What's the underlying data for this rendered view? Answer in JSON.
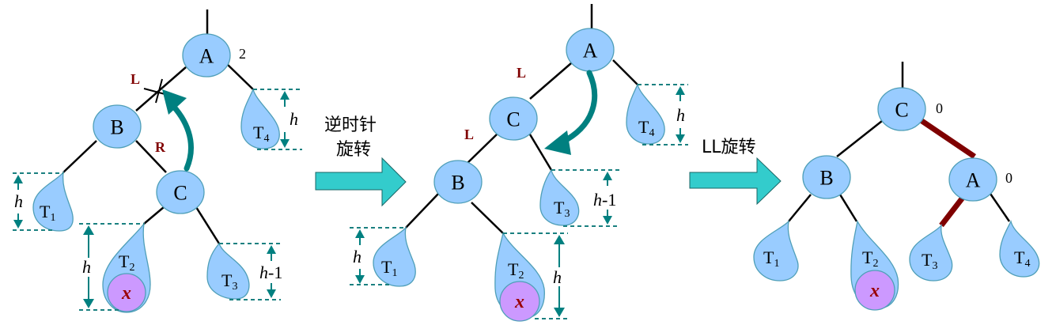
{
  "title": "AVL tree LR rotation step 1 (counter-clockwise) then LL rotation",
  "panels": [
    {
      "id": "before",
      "nodes": [
        {
          "label": "A",
          "balance": "2"
        },
        {
          "label": "B"
        },
        {
          "label": "C"
        }
      ],
      "edge_labels": [
        "L",
        "R"
      ],
      "subtrees": [
        {
          "name": "T",
          "sub": "1",
          "height": "h"
        },
        {
          "name": "T",
          "sub": "2",
          "height": "h",
          "contains_inserted": "x"
        },
        {
          "name": "T",
          "sub": "3",
          "height": "h-1"
        },
        {
          "name": "T",
          "sub": "4",
          "height": "h"
        }
      ]
    },
    {
      "id": "middle",
      "nodes": [
        {
          "label": "A"
        },
        {
          "label": "C"
        },
        {
          "label": "B"
        }
      ],
      "edge_labels": [
        "L",
        "L"
      ],
      "subtrees": [
        {
          "name": "T",
          "sub": "1",
          "height": "h"
        },
        {
          "name": "T",
          "sub": "2",
          "height": "h",
          "contains_inserted": "x"
        },
        {
          "name": "T",
          "sub": "3",
          "height": "h-1"
        },
        {
          "name": "T",
          "sub": "4",
          "height": "h"
        }
      ]
    },
    {
      "id": "after",
      "nodes": [
        {
          "label": "C",
          "balance": "0"
        },
        {
          "label": "B"
        },
        {
          "label": "A",
          "balance": "0"
        }
      ],
      "subtrees": [
        {
          "name": "T",
          "sub": "1"
        },
        {
          "name": "T",
          "sub": "2",
          "contains_inserted": "x"
        },
        {
          "name": "T",
          "sub": "3"
        },
        {
          "name": "T",
          "sub": "4"
        }
      ]
    }
  ],
  "transitions": [
    {
      "line1": "逆时针",
      "line2": "旋转"
    },
    {
      "line1": "LL旋转"
    }
  ],
  "dim_labels": {
    "h": "h",
    "minus_one": "-1"
  },
  "colors": {
    "node_fill": "#99ccff",
    "inserted_fill": "#cc99ff",
    "inserted_text": "#990000",
    "edge_label": "#800000",
    "arrow_teal": "#008080",
    "transition_arrow": "#33cccc",
    "highlight_edge": "#7f0000"
  }
}
